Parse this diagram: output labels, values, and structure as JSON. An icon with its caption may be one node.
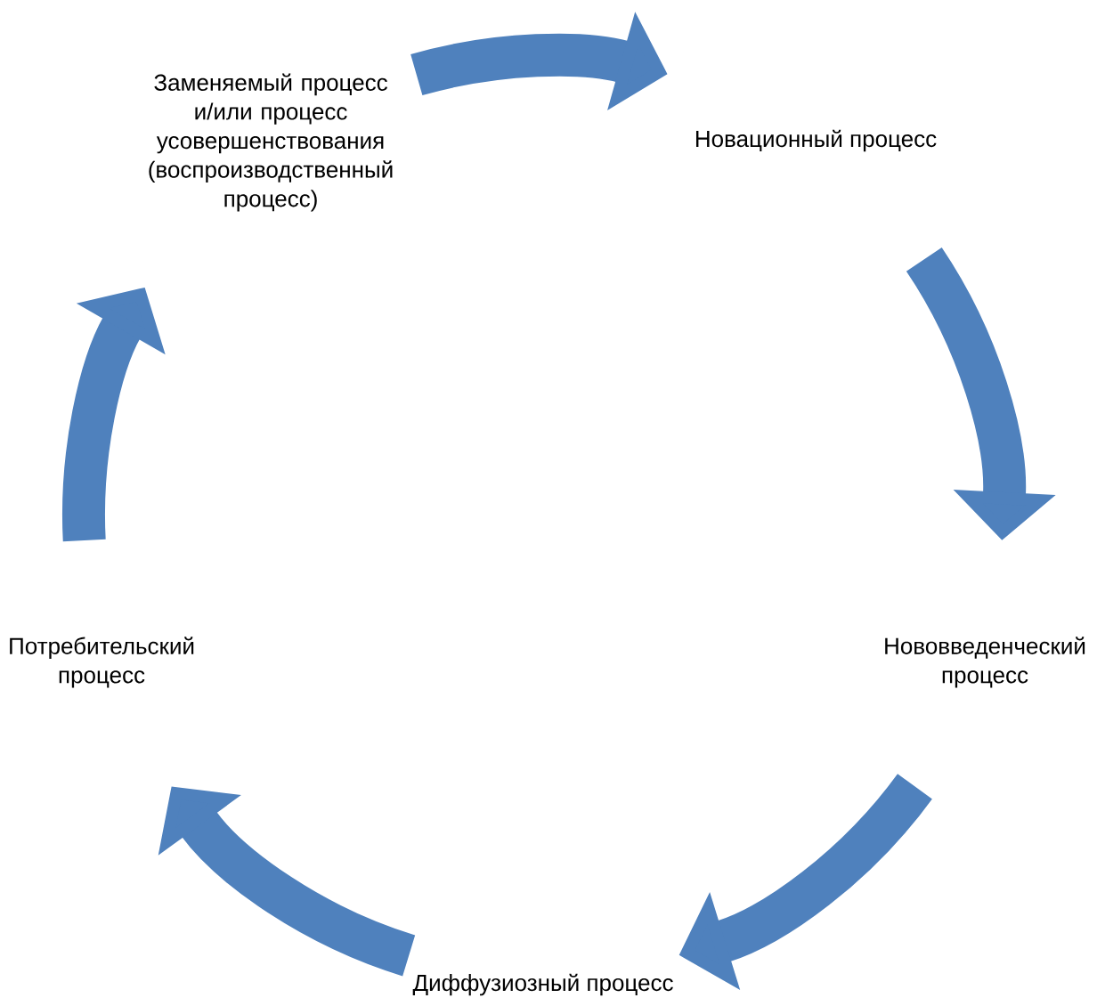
{
  "diagram": {
    "nodes": [
      {
        "text": [
          "Заменяемый процесс и/или процесс усовершенствования (воспроизводственный процесс)"
        ]
      },
      {
        "text": [
          "Новационный процесс"
        ]
      },
      {
        "text": [
          "Нововведенческий процесс"
        ]
      },
      {
        "text": [
          "Диффузиозный процесс"
        ]
      },
      {
        "text": [
          "Потребительский процесс"
        ]
      }
    ],
    "edges": [
      {
        "from": 0,
        "to": 1,
        "arrow": "to"
      },
      {
        "from": 1,
        "to": 2,
        "arrow": "to"
      },
      {
        "from": 2,
        "to": 3,
        "arrow": "to"
      },
      {
        "from": 3,
        "to": 4,
        "arrow": "to"
      },
      {
        "from": 4,
        "to": 0,
        "arrow": "to"
      }
    ]
  }
}
